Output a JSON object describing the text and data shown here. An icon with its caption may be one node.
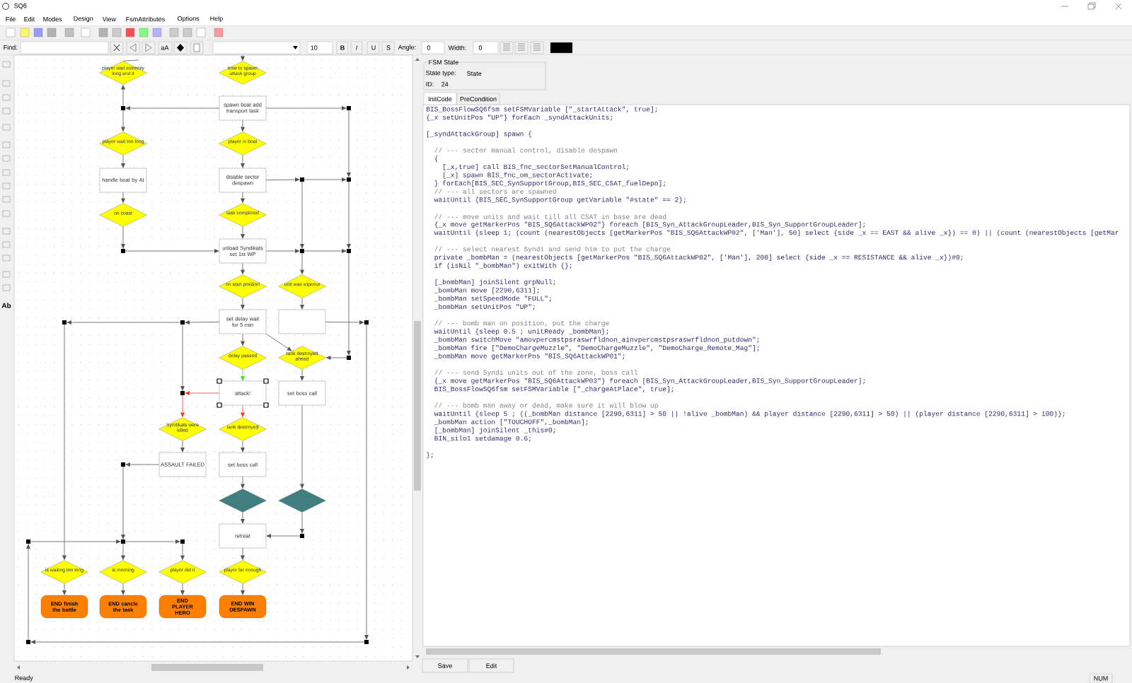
{
  "diagram": {
    "nodes": [
      {
        "text": [
          "player wait extremly long end it"
        ]
      },
      {
        "text": [
          "time to spawn attack group"
        ]
      },
      {
        "text": [],
        "shape": "square"
      },
      {
        "text": [
          "spawn boat add transport task"
        ]
      },
      {
        "text": [],
        "shape": "square"
      },
      {
        "text": [
          "player wait too long"
        ]
      },
      {
        "text": [
          "player in boat"
        ]
      },
      {
        "text": [
          "handle boat by AI"
        ]
      },
      {
        "text": [
          "disable sector despawn"
        ]
      },
      {
        "text": [],
        "shape": "square"
      },
      {
        "text": [],
        "shape": "square"
      },
      {
        "text": [
          "on coast"
        ]
      },
      {
        "text": [
          "task completed"
        ]
      },
      {
        "text": [],
        "shape": "square"
      },
      {
        "text": [
          "unload Syndikats set 1st WP"
        ]
      },
      {
        "text": [],
        "shape": "square"
      },
      {
        "text": [],
        "shape": "square"
      },
      {
        "text": [
          "on start position"
        ]
      },
      {
        "text": [
          "unit was wipeout"
        ]
      },
      {
        "text": [],
        "shape": "square"
      },
      {
        "text": [],
        "shape": "square"
      },
      {
        "text": [
          "set delay wait for 5 min"
        ]
      },
      {
        "text": [],
        "shape": "box"
      },
      {
        "text": [],
        "shape": "square"
      },
      {
        "text": [
          "delay passed"
        ]
      },
      {
        "text": [
          "tank destroyed ahead"
        ]
      },
      {
        "text": [],
        "shape": "square"
      },
      {
        "text": [],
        "shape": "square"
      },
      {
        "text": [
          "attack!"
        ]
      },
      {
        "text": [
          "set boss call"
        ]
      },
      {
        "text": [
          "Syndikats were killed"
        ]
      },
      {
        "text": [
          "tank destroyed"
        ]
      },
      {
        "text": [],
        "shape": "square"
      },
      {
        "text": [
          "ASSAULT FAILED"
        ]
      },
      {
        "text": [
          "set boss call"
        ]
      },
      {
        "text": [],
        "shape": "diamond"
      },
      {
        "text": [],
        "shape": "diamond"
      },
      {
        "text": [
          "retreat"
        ]
      },
      {
        "text": [],
        "shape": "square"
      },
      {
        "text": [],
        "shape": "square"
      },
      {
        "text": [],
        "shape": "square"
      },
      {
        "text": [],
        "shape": "square"
      },
      {
        "text": [
          "is waiting too long"
        ]
      },
      {
        "text": [
          "is morning"
        ]
      },
      {
        "text": [
          "player did it"
        ]
      },
      {
        "text": [
          "player far enough"
        ]
      },
      {
        "text": [
          "END finish the battle"
        ]
      },
      {
        "text": [
          "END cancle the task"
        ]
      },
      {
        "text": [
          "END PLAYER HERO"
        ]
      },
      {
        "text": [
          "END WIN DESPAWN"
        ]
      },
      {
        "text": [],
        "shape": "square"
      },
      {
        "text": [],
        "shape": "square"
      }
    ],
    "edges": [
      {
        "from": null,
        "to": 1,
        "arrow": "to"
      },
      {
        "from": 0,
        "to": null,
        "arrow": "none"
      },
      {
        "from": 3,
        "to": 2,
        "arrow": "to"
      },
      {
        "from": 2,
        "to": 0,
        "arrow": "to"
      },
      {
        "from": 2,
        "to": 5,
        "arrow": "to"
      },
      {
        "from": 3,
        "to": 4,
        "arrow": "to"
      },
      {
        "from": 3,
        "to": 6,
        "arrow": "to"
      },
      {
        "from": 4,
        "to": 10,
        "arrow": "to"
      },
      {
        "from": 5,
        "to": 7,
        "arrow": "to"
      },
      {
        "from": 6,
        "to": 8,
        "arrow": "to"
      },
      {
        "from": 7,
        "to": 11,
        "arrow": "to"
      },
      {
        "from": 8,
        "to": 12,
        "arrow": "to"
      },
      {
        "from": 8,
        "to": 9,
        "arrow": "to"
      },
      {
        "from": 9,
        "to": 10,
        "arrow": "to"
      },
      {
        "from": 9,
        "to": 15,
        "arrow": "to"
      },
      {
        "from": 11,
        "to": 13,
        "arrow": "to"
      },
      {
        "from": 13,
        "to": 14,
        "arrow": "to"
      },
      {
        "from": 12,
        "to": 14,
        "arrow": "to"
      },
      {
        "from": 14,
        "to": 15,
        "arrow": "to"
      },
      {
        "from": 15,
        "to": 16,
        "arrow": "to"
      },
      {
        "from": 10,
        "to": 16,
        "arrow": "to"
      },
      {
        "from": 15,
        "to": 18,
        "arrow": "to"
      },
      {
        "from": 16,
        "to": 26,
        "arrow": "to"
      },
      {
        "from": 26,
        "to": 25,
        "arrow": "to"
      },
      {
        "from": 14,
        "to": 17,
        "arrow": "to"
      },
      {
        "from": 17,
        "to": 21,
        "arrow": "to"
      },
      {
        "from": 18,
        "to": 22,
        "arrow": "to"
      },
      {
        "from": 21,
        "to": 20,
        "arrow": "to"
      },
      {
        "from": 20,
        "to": 19,
        "arrow": "to"
      },
      {
        "from": 22,
        "to": 23,
        "arrow": "to"
      },
      {
        "from": 21,
        "to": 25,
        "arrow": "to"
      },
      {
        "from": 21,
        "to": 24,
        "arrow": "to"
      },
      {
        "from": 24,
        "to": 28,
        "arrow": "to",
        "color": "#33dd33"
      },
      {
        "from": 28,
        "to": 27,
        "arrow": "to",
        "color": "#ff3333"
      },
      {
        "from": 20,
        "to": 27,
        "arrow": "to"
      },
      {
        "from": 27,
        "to": 30,
        "arrow": "to",
        "color": "#ff3333"
      },
      {
        "from": 28,
        "to": 31,
        "arrow": "to",
        "color": "#ff3333"
      },
      {
        "from": 25,
        "to": 29,
        "arrow": "to"
      },
      {
        "from": 30,
        "to": 33,
        "arrow": "to"
      },
      {
        "from": 31,
        "to": 34,
        "arrow": "to"
      },
      {
        "from": 33,
        "to": 32,
        "arrow": "to"
      },
      {
        "from": 32,
        "to": 40,
        "arrow": "to"
      },
      {
        "from": 34,
        "to": 35,
        "arrow": "to"
      },
      {
        "from": 29,
        "to": 36,
        "arrow": "to"
      },
      {
        "from": 35,
        "to": 37,
        "arrow": "to"
      },
      {
        "from": 36,
        "to": 38,
        "arrow": "to"
      },
      {
        "from": 38,
        "to": 37,
        "arrow": "to"
      },
      {
        "from": 37,
        "to": 45,
        "arrow": "to"
      },
      {
        "from": 45,
        "to": 49,
        "arrow": "to"
      },
      {
        "from": 19,
        "to": 42,
        "arrow": "to"
      },
      {
        "from": 39,
        "to": 40,
        "arrow": "to"
      },
      {
        "from": 40,
        "to": 41,
        "arrow": "to"
      },
      {
        "from": 40,
        "to": 43,
        "arrow": "to"
      },
      {
        "from": 41,
        "to": 44,
        "arrow": "to"
      },
      {
        "from": 23,
        "to": 51,
        "arrow": "to"
      },
      {
        "from": 51,
        "to": 50,
        "arrow": "to"
      },
      {
        "from": 50,
        "to": 39,
        "arrow": "to"
      },
      {
        "from": 42,
        "to": 46,
        "arrow": "to"
      },
      {
        "from": 43,
        "to": 47,
        "arrow": "to"
      },
      {
        "from": 44,
        "to": 48,
        "arrow": "to"
      }
    ],
    "labels": [
      "SQ6",
      "File",
      "Edit",
      "Modes",
      "Design",
      "View",
      "FsmAttributes",
      "Options",
      "Help",
      "Find:",
      "aA",
      "10",
      "B",
      "I",
      "U",
      "S",
      "Angle:",
      "0",
      "Width:",
      "0",
      "Ab",
      "FSM State",
      "State type:",
      "State",
      "ID:",
      "24",
      "InitCode",
      "PreCondition",
      "BIS_BossFlowSQ6fsm setFSMVariable [\"_startAttack\", true];",
      "{_x setUnitPos \"UP\"} forEach _syndAttackUnits;",
      "[_syndAttackGroup] spawn {",
      "// --- sector manual control, disable despawn",
      "{",
      "[_x,true] call BIS_fnc_sectorSetManualControl;",
      "[_x] spawn BIS_fnc_om_sectorActivate;",
      "} forEach[BIS_SEC_SynSupportGroup,BIS_SEC_CSAT_fuelDepo];",
      "// --- all sectors are spawned",
      "waitUntil {BIS_SEC_SynSupportGroup getVariable \"#state\" == 2};",
      "// --- move units and wait till all CSAT in base are dead",
      "{_x move getMarkerPos \"BIS_SQ6AttackWP02\"} foreach [BIS_Syn_AttackGroupLeader,BIS_Syn_SupportGroupLeader];",
      "waitUntil {sleep 1; (count (nearestObjects [getMarkerPos \"BIS_SQ6AttackWP02\", ['Man'], 50] select {side _x == EAST && alive _x}) == 0) || (count (nearestObjects [getMar",
      "// --- select nearest Syndi and send him to put the charge",
      "private _bombMan = (nearestObjects [getMarkerPos \"BIS_SQ6AttackWP02\", ['Man'], 200] select {side _x == RESISTANCE && alive _x})#0;",
      "if (isNil \"_bombMan\") exitWith {};",
      "[_bombMan] joinSilent grpNull;",
      "_bombMan move [2290,6311];",
      "_bombMan setSpeedMode \"FULL\";",
      "_bombMan setUnitPos \"UP\";",
      "// --- bomb man on position, put the charge",
      "waitUntil {sleep 0.5 ; unitReady _bombMan};",
      "_bombMan switchMove \"amovpercmstpsraswrfldnon_ainvpercmstpsraswrfldnon_putdown\";",
      "_bombMan fire [\"DemoChargeMuzzle\", \"DemoChargeMuzzle\", \"DemoCharge_Remote_Mag\"];",
      "_bombMan move getMarkerPos \"BIS_SQ6AttackWP01\";",
      "// --- send Syndi units out of the zone, boss call",
      "{_x move getMarkerPos \"BIS_SQ6AttackWP03\"} foreach [BIS_Syn_AttackGroupLeader,BIS_Syn_SupportGroupLeader];",
      "BIS_BossFlowSQ6fsm setFSMVariable [\"_chargeAtPlace\", true];",
      "// --- bomb man away or dead, make sure it will blow up",
      "waitUntil {sleep 5 ; ((_bombMan distance [2290,6311] > 50 || !alive _bombMan) && player distance [2290,6311] > 50) || (player distance [2290,6311] > 100)};",
      "_bombMan action [\"TOUCHOFF\",_bombMan];",
      "[_bombMan] joinSilent _this#0;",
      "BIN_silo1 setdamage 0.6;",
      "};",
      "Save",
      "Edit",
      "Ready",
      "NUM"
    ]
  }
}
